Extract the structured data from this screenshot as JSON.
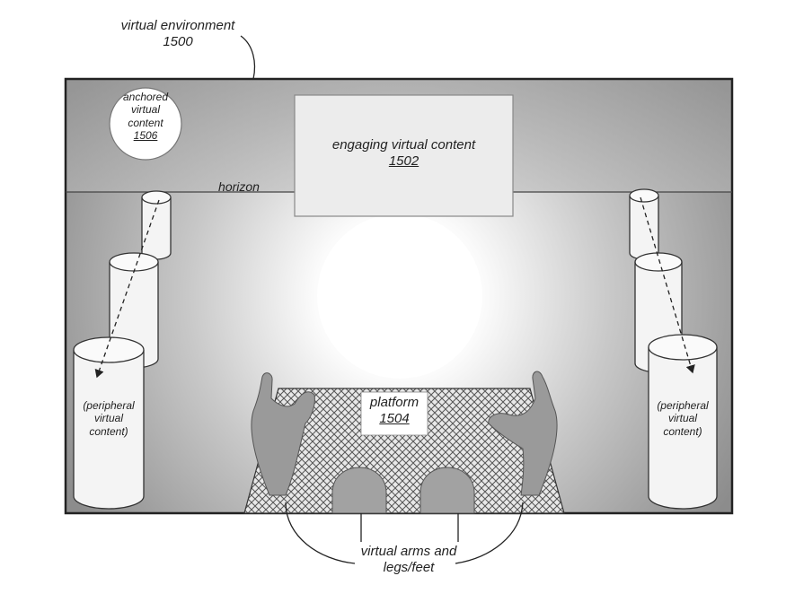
{
  "labels": {
    "environment": {
      "line1": "virtual environment",
      "line2": "1500"
    },
    "anchored": {
      "line1": "anchored",
      "line2": "virtual",
      "line3": "content",
      "ref": "1506"
    },
    "horizon": "horizon",
    "engaging": {
      "line1": "engaging virtual content",
      "ref": "1502"
    },
    "platform": {
      "line1": "platform",
      "ref": "1504"
    },
    "peripheral_left": {
      "line1": "(peripheral",
      "line2": "virtual",
      "line3": "content)"
    },
    "peripheral_right": {
      "line1": "(peripheral",
      "line2": "virtual",
      "line3": "content)"
    },
    "limbs": {
      "line1": "virtual arms and",
      "line2": "legs/feet"
    }
  },
  "colors": {
    "scene_dark": "#8a8a8a",
    "scene_light": "#ffffff",
    "outline": "#222222",
    "cylinder": "#f4f4f4",
    "limb": "#9a9a9a"
  }
}
